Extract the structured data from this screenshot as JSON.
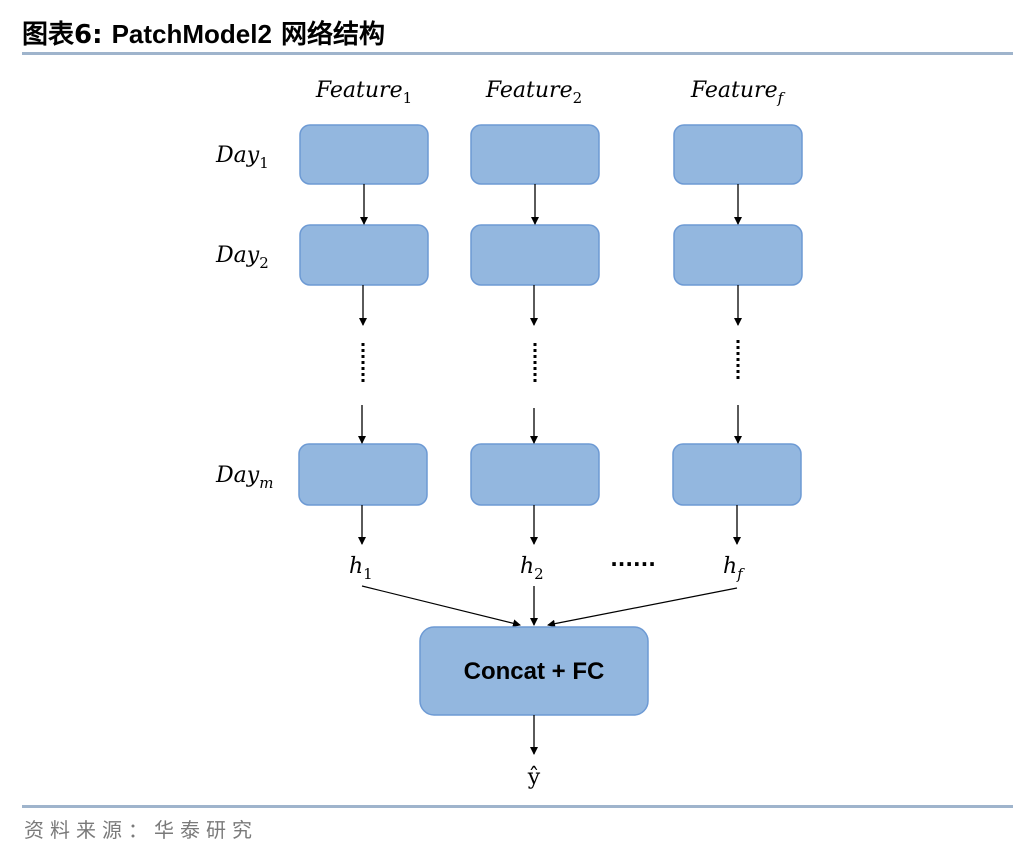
{
  "header": {
    "figure_label": "图表6:",
    "title_en": "PatchModel2",
    "title_cn": "网络结构"
  },
  "diagram": {
    "feature_columns": [
      {
        "name": "Feature",
        "sub": "1",
        "output": {
          "name": "h",
          "sub": "1"
        }
      },
      {
        "name": "Feature",
        "sub": "2",
        "output": {
          "name": "h",
          "sub": "2"
        }
      },
      {
        "name": "Feature",
        "sub": "f",
        "output": {
          "name": "h",
          "sub": "f"
        }
      }
    ],
    "day_rows": [
      {
        "name": "Day",
        "sub": "1"
      },
      {
        "name": "Day",
        "sub": "2"
      },
      {
        "name": "Day",
        "sub": "m"
      }
    ],
    "ellipsis_between_outputs": "......",
    "concat_label": "Concat + FC",
    "output_label": "ŷ",
    "colors": {
      "box_fill": "#93b7df",
      "box_stroke": "#6d9ad4",
      "rule": "#9fb4cc"
    }
  },
  "footer": {
    "source": "资料来源：华泰研究"
  }
}
